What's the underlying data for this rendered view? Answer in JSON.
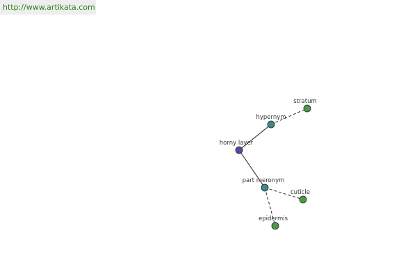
{
  "source_url": "http://www.artikata.com",
  "colors": {
    "center_node": "#4f4fa0",
    "relation_node": "#3d8a86",
    "leaf_node": "#4c9a47",
    "url_text": "#2e7d1a",
    "edge": "#222222"
  },
  "graph": {
    "nodes": [
      {
        "id": "horny-layer",
        "label": "horny layer",
        "kind": "center"
      },
      {
        "id": "hypernym",
        "label": "hypernym",
        "kind": "relation"
      },
      {
        "id": "stratum",
        "label": "stratum",
        "kind": "leaf"
      },
      {
        "id": "part-meronym",
        "label": "part meronym",
        "kind": "relation"
      },
      {
        "id": "cuticle",
        "label": "cuticle",
        "kind": "leaf"
      },
      {
        "id": "epidermis",
        "label": "epidermis",
        "kind": "leaf"
      }
    ],
    "edges": [
      {
        "from": "horny-layer",
        "to": "hypernym",
        "style": "solid"
      },
      {
        "from": "horny-layer",
        "to": "part-meronym",
        "style": "solid"
      },
      {
        "from": "hypernym",
        "to": "stratum",
        "style": "dashed"
      },
      {
        "from": "part-meronym",
        "to": "cuticle",
        "style": "dashed"
      },
      {
        "from": "part-meronym",
        "to": "epidermis",
        "style": "dashed"
      }
    ]
  }
}
